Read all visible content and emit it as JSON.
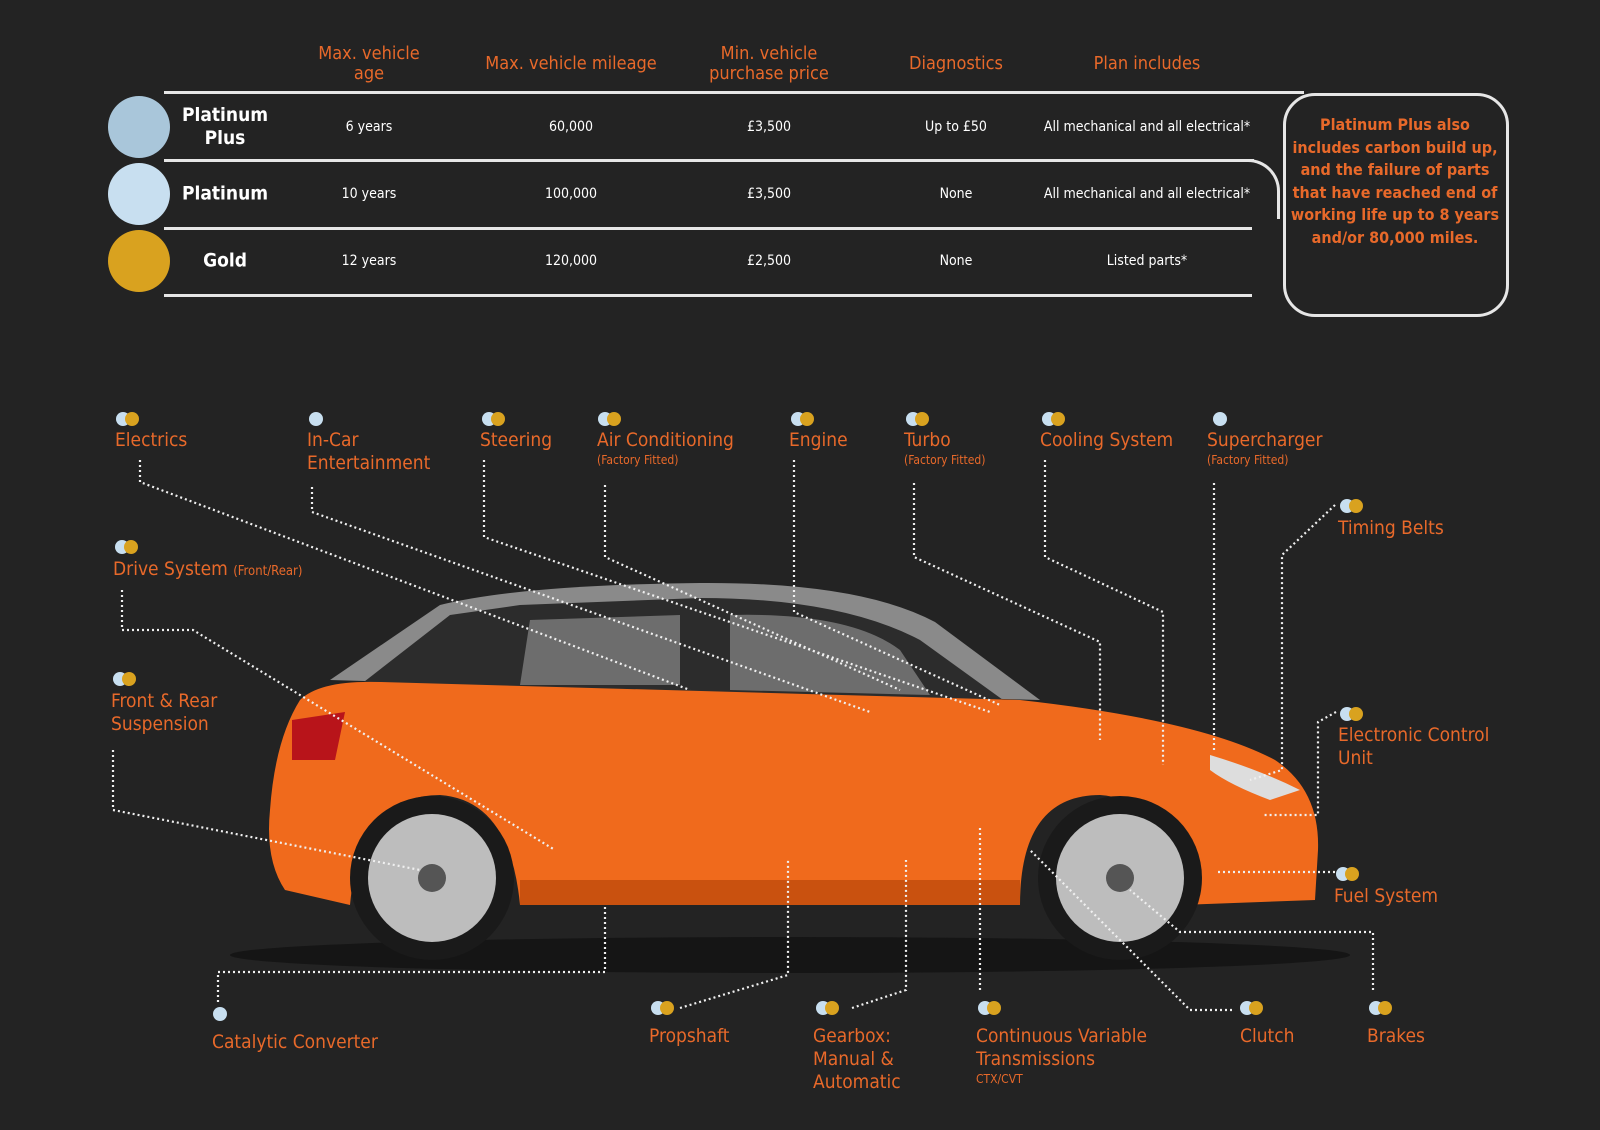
{
  "colors": {
    "accent": "#e8692a",
    "platinum_plus": "#a9c6da",
    "platinum": "#c8dff0",
    "gold": "#d9a21f",
    "background": "#232323",
    "car": "#f06a1c"
  },
  "table": {
    "headers": [
      "Max. vehicle age",
      "Max. vehicle mileage",
      "Min. vehicle purchase price",
      "Diagnostics",
      "Plan includes"
    ],
    "headers_lines": [
      [
        "Max. vehicle",
        "age"
      ],
      [
        "Max. vehicle mileage"
      ],
      [
        "Min. vehicle",
        "purchase price"
      ],
      [
        "Diagnostics"
      ],
      [
        "Plan includes"
      ]
    ],
    "rows": [
      {
        "tier": "Platinum Plus",
        "tier_lines": [
          "Platinum",
          "Plus"
        ],
        "age": "6 years",
        "mileage": "60,000",
        "price": "£3,500",
        "diagnostics": "Up to £50",
        "plan": "All mechanical and all electrical*"
      },
      {
        "tier": "Platinum",
        "age": "10 years",
        "mileage": "100,000",
        "price": "£3,500",
        "diagnostics": "None",
        "plan": "All mechanical and all electrical*"
      },
      {
        "tier": "Gold",
        "age": "12 years",
        "mileage": "120,000",
        "price": "£2,500",
        "diagnostics": "None",
        "plan": "Listed parts*"
      }
    ],
    "note": "Platinum Plus also includes carbon build up, and the failure of parts that have reached end of working life up to 8 years and/or 80,000 miles."
  },
  "features": [
    {
      "label": "Electrics",
      "coverage": "all"
    },
    {
      "label": "In-Car",
      "label2": "Entertainment",
      "coverage": "platinum"
    },
    {
      "label": "Steering",
      "coverage": "all"
    },
    {
      "label": "Air Conditioning",
      "sub": "(Factory Fitted)",
      "coverage": "all"
    },
    {
      "label": "Engine",
      "coverage": "all"
    },
    {
      "label": "Turbo",
      "sub": "(Factory Fitted)",
      "coverage": "all"
    },
    {
      "label": "Cooling System",
      "coverage": "all"
    },
    {
      "label": "Supercharger",
      "sub": "(Factory Fitted)",
      "coverage": "platinum"
    },
    {
      "label": "Timing Belts",
      "coverage": "all"
    },
    {
      "label": "Drive System",
      "inline_sub": "(Front/Rear)",
      "coverage": "all"
    },
    {
      "label": "Front & Rear",
      "label2": "Suspension",
      "coverage": "all"
    },
    {
      "label": "Electronic Control",
      "label2": "Unit",
      "coverage": "all"
    },
    {
      "label": "Fuel System",
      "coverage": "all"
    },
    {
      "label": "Catalytic Converter",
      "coverage": "platinum"
    },
    {
      "label": "Propshaft",
      "coverage": "all"
    },
    {
      "label": "Gearbox:",
      "label2": "Manual &",
      "label3": "Automatic",
      "coverage": "all"
    },
    {
      "label": "Continuous Variable",
      "label2": "Transmissions",
      "sub": "CTX/CVT",
      "coverage": "all"
    },
    {
      "label": "Clutch",
      "coverage": "all"
    },
    {
      "label": "Brakes",
      "coverage": "all"
    }
  ]
}
